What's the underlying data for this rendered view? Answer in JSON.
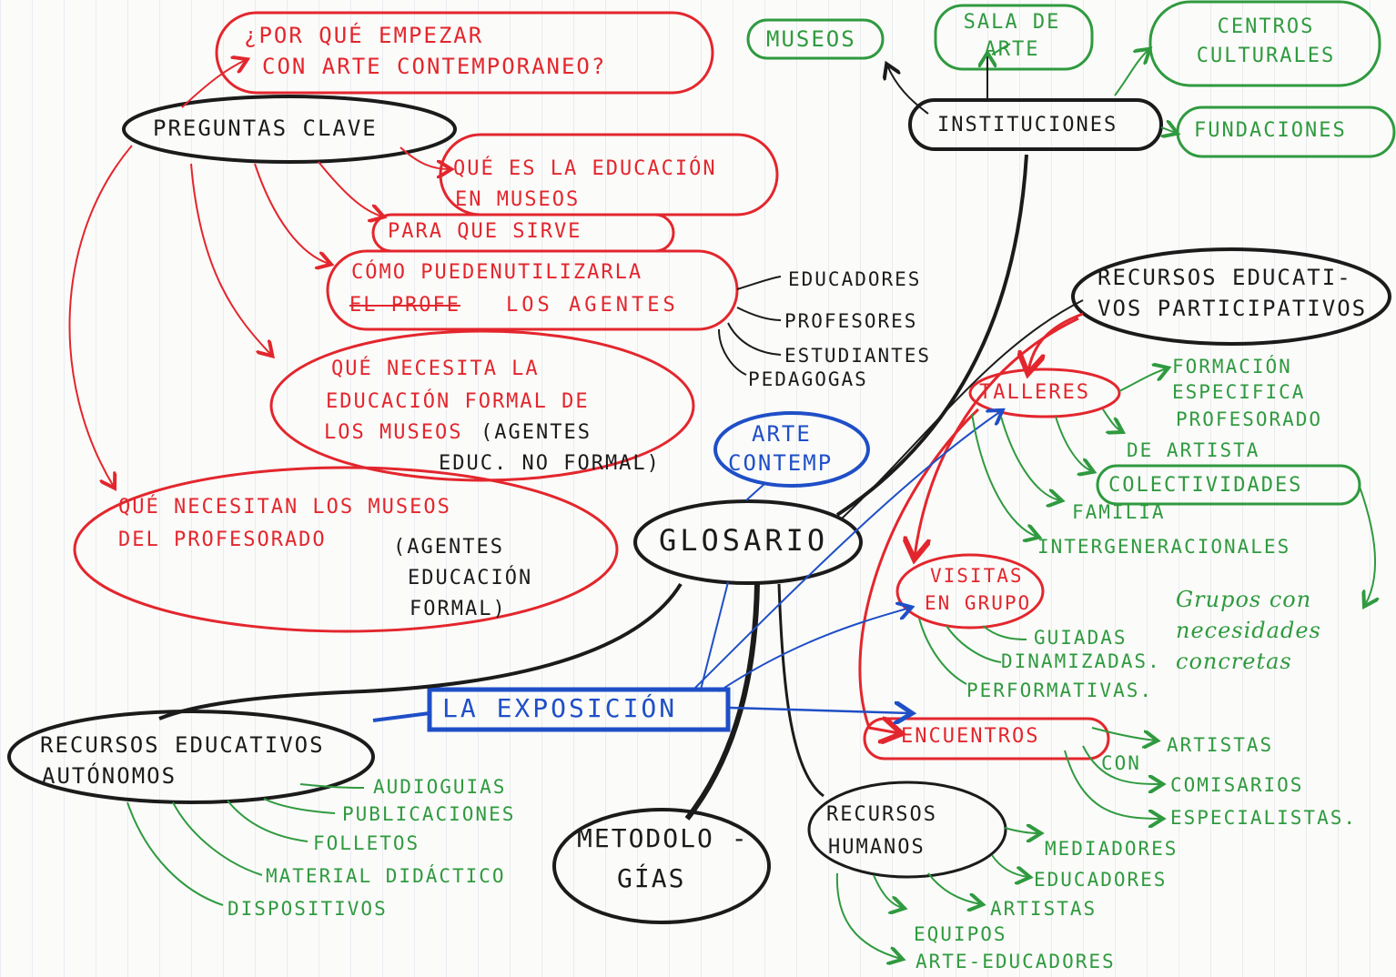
{
  "center": {
    "label": "GLOSARIO"
  },
  "arte_contemp": {
    "line1": "ARTE",
    "line2": "CONTEMP"
  },
  "exposicion": {
    "label": "LA EXPOSICIÓN"
  },
  "preguntas": {
    "title": "PREGUNTAS CLAVE",
    "q1": [
      "¿POR QUÉ EMPEZAR",
      "CON ARTE CONTEMPORANEO?"
    ],
    "q2": [
      "QUÉ ES LA EDUCACIÓN",
      "EN MUSEOS"
    ],
    "q3": "PARA QUE SIRVE",
    "q4": {
      "line1": "CÓMO PUEDENUTILIZARLA",
      "struck": "EL PROFE",
      "line2_rest": "LOS AGENTES"
    },
    "q4_agents": [
      "EDUCADORES",
      "PROFESORES",
      "ESTUDIANTES",
      "PEDAGOGAS"
    ],
    "q5": {
      "lines": [
        "QUÉ NECESITA LA",
        "EDUCACIÓN FORMAL DE",
        "LOS MUSEOS"
      ],
      "note": [
        "(AGENTES",
        "EDUC. NO FORMAL)"
      ]
    },
    "q6": {
      "lines": [
        "QUÉ NECESITAN LOS MUSEOS",
        "DEL PROFESORADO"
      ],
      "note": [
        "(AGENTES",
        "EDUCACIÓN",
        "FORMAL)"
      ]
    }
  },
  "instituciones": {
    "title": "INSTITUCIONES",
    "children": [
      "MUSEOS",
      "SALA DE ARTE",
      "CENTROS CULTURALES",
      "FUNDACIONES"
    ]
  },
  "recursos_participativos": {
    "title": [
      "RECURSOS EDUCATI-",
      "VOS PARTICIPATIVOS"
    ],
    "talleres": {
      "label": "TALLERES",
      "children": [
        "FORMACIÓN",
        "ESPECIFICA",
        "PROFESORADO",
        "DE ARTISTA",
        "COLECTIVIDADES",
        "FAMILIA",
        "INTERGENERACIONALES"
      ]
    },
    "visitas": {
      "label": [
        "VISITAS",
        "EN GRUPO"
      ],
      "children": [
        "GUIADAS",
        "DINAMIZADAS.",
        "PERFORMATIVAS."
      ]
    },
    "encuentros": {
      "label": "ENCUENTROS",
      "connector": "CON",
      "children": [
        "ARTISTAS",
        "COMISARIOS",
        "ESPECIALISTAS."
      ]
    },
    "grupos_note": [
      "Grupos con",
      "necesidades",
      "concretas"
    ]
  },
  "recursos_autonomos": {
    "title": [
      "RECURSOS EDUCATIVOS",
      "AUTÓNOMOS"
    ],
    "children": [
      "AUDIOGUIAS",
      "PUBLICACIONES",
      "FOLLETOS",
      "MATERIAL DIDÁCTICO",
      "DISPOSITIVOS"
    ]
  },
  "metodologias": {
    "line1": "METODOLO -",
    "line2": "GÍAS"
  },
  "recursos_humanos": {
    "title": [
      "RECURSOS",
      "HUMANOS"
    ],
    "children": [
      "MEDIADORES",
      "EDUCADORES",
      "ARTISTAS",
      "EQUIPOS",
      "ARTE-EDUCADORES"
    ]
  },
  "colors": {
    "red": "#e3262d",
    "black": "#1b1b1b",
    "green": "#2f9a3f",
    "blue": "#1f4fc7"
  }
}
